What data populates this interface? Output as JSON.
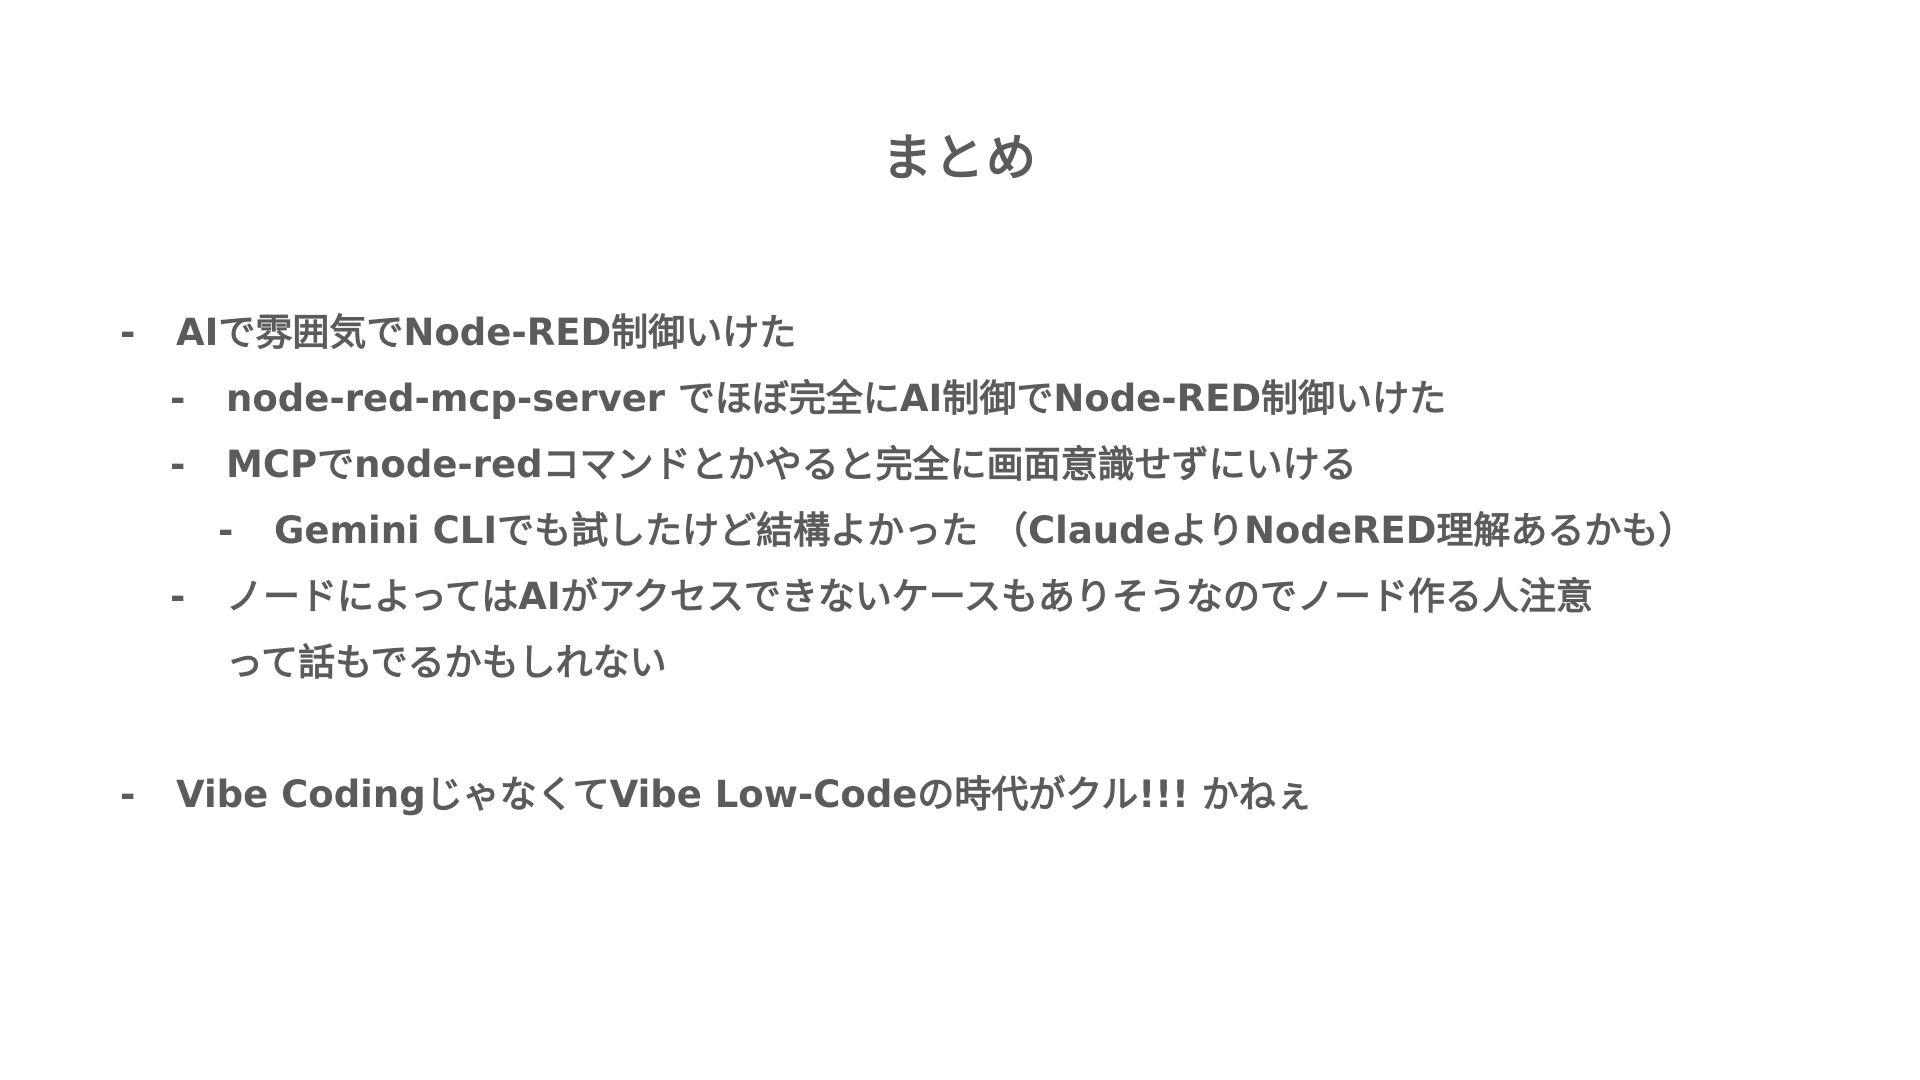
{
  "slide": {
    "title": "まとめ",
    "bullets": [
      {
        "marker": "-",
        "text": "AIで雰囲気でNode-RED制御いけた"
      },
      {
        "marker": "-",
        "text": "node-red-mcp-server でほぼ完全にAI制御でNode-RED制御いけた"
      },
      {
        "marker": "-",
        "text": "MCPでnode-redコマンドとかやると完全に画面意識せずにいける"
      },
      {
        "marker": "-",
        "text": "Gemini CLIでも試したけど結構よかった （ClaudeよりNodeRED理解あるかも）"
      },
      {
        "marker": "-",
        "text_line1": "ノードによってはAIがアクセスできないケースもありそうなのでノード作る人注意",
        "text_line2": "って話もでるかもしれない"
      },
      {
        "marker": "-",
        "text": "Vibe CodingじゃなくてVibe Low-Codeの時代がクル!!! かねぇ"
      }
    ]
  },
  "colors": {
    "text": "#5b5b5b",
    "background": "#ffffff"
  }
}
